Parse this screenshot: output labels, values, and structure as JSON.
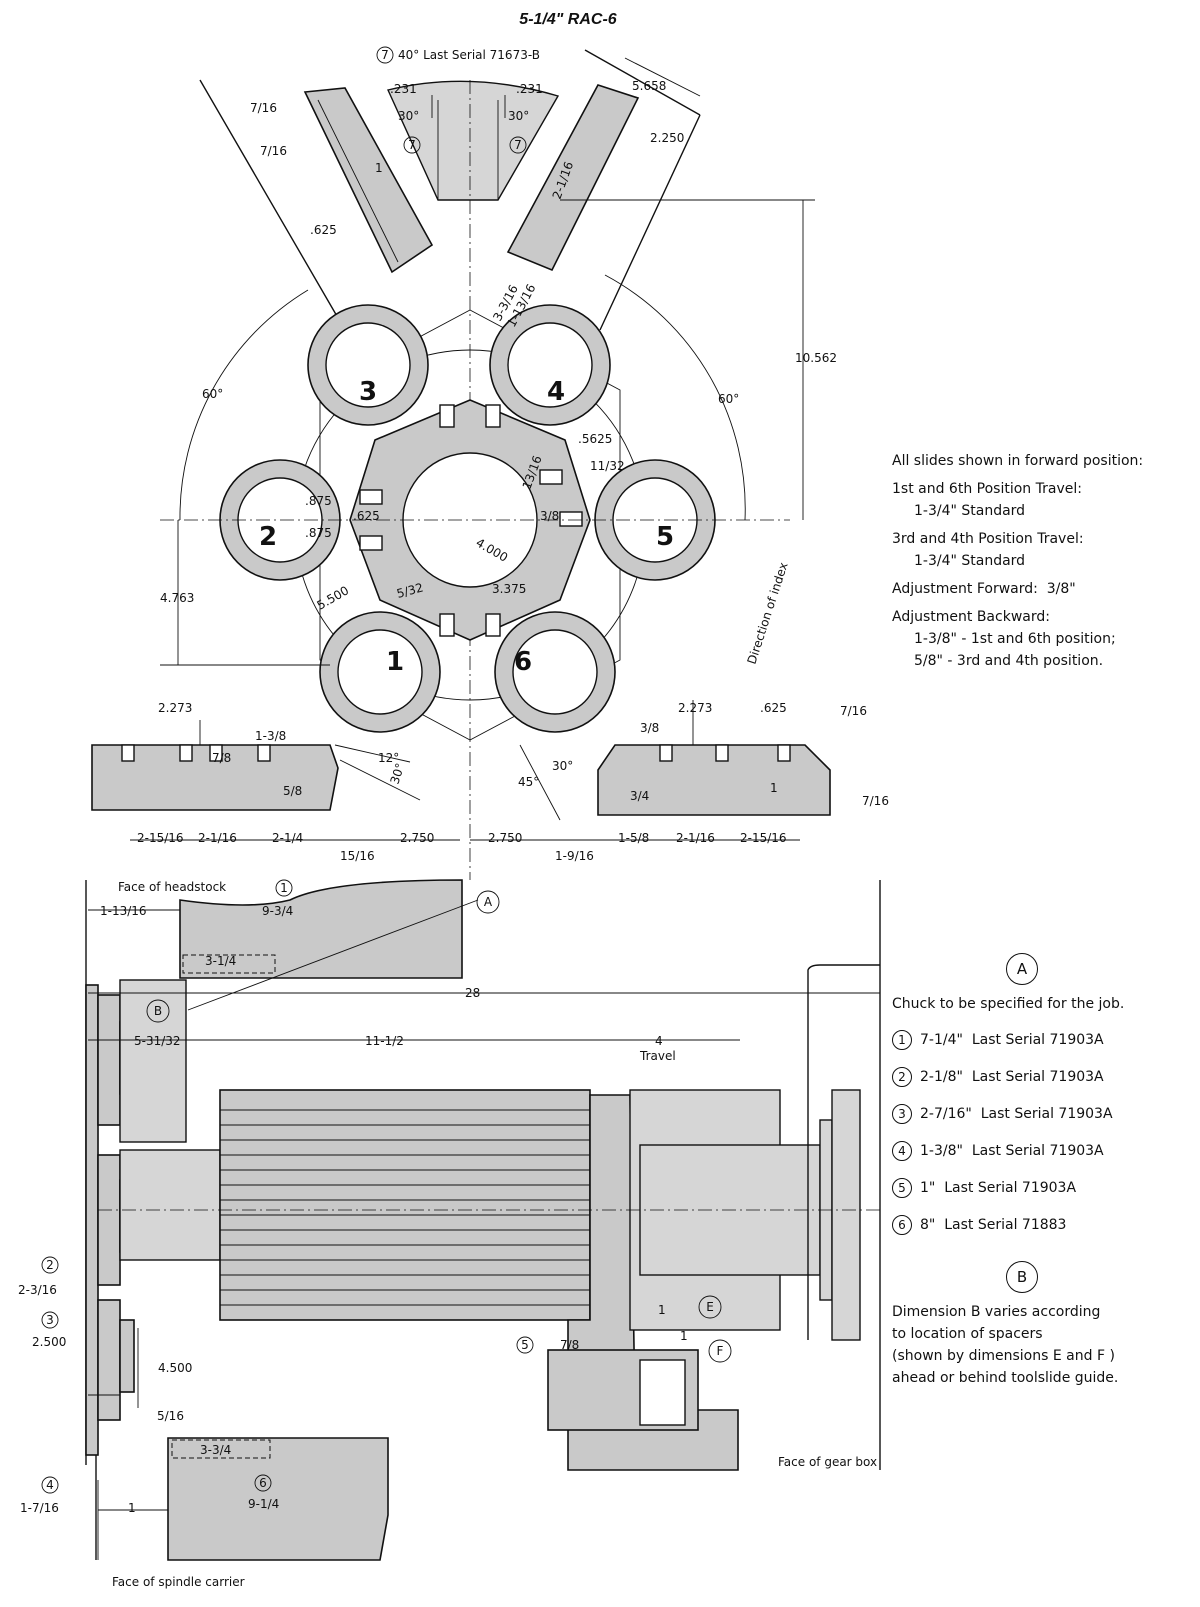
{
  "title": "5-1/4\" RAC-6",
  "top_note": {
    "circle": "7",
    "text": "40° Last Serial 71673-B"
  },
  "positions": [
    "1",
    "2",
    "3",
    "4",
    "5",
    "6"
  ],
  "dims_top": {
    "d231_left": ".231",
    "d231_right": ".231",
    "d30a": "30°",
    "d30b": "30°",
    "c7": "7",
    "d7_16a": "7/16",
    "d7_16b": "7/16",
    "d1": "1",
    "d625": ".625",
    "d5658": "5.658",
    "d2250": "2.250",
    "d2_1_16": "2-1/16",
    "d3_3_16": "3-3/16",
    "d1_13_16": "1-13/16",
    "d10562": "10.562",
    "d60l": "60°",
    "d60r": "60°",
    "d5625": ".5625",
    "d13_16": "13/16",
    "d11_32": "11/32",
    "d875a": ".875",
    "d875b": ".875",
    "d625b": ".625",
    "d3_8": "3/8",
    "d4000": "4.000",
    "d5500": "5.500",
    "d5_32": "5/32",
    "d3375": "3.375",
    "d4763": "4.763",
    "dir": "Direction of index"
  },
  "dims_mid": {
    "d2273l": "2.273",
    "d1_3_8": "1-3/8",
    "d7_8": "7/8",
    "d5_8": "5/8",
    "d12": "12°",
    "d30": "30°",
    "d2_15_16l": "2-15/16",
    "d2_1_16l": "2-1/16",
    "d2_1_4": "2-1/4",
    "d15_16": "15/16",
    "d2750l": "2.750",
    "d2750r": "2.750",
    "d1_9_16": "1-9/16",
    "d1_5_8": "1-5/8",
    "d2_1_16r": "2-1/16",
    "d2_15_16r": "2-15/16",
    "d3_8r": "3/8",
    "d2273r": "2.273",
    "d625r": ".625",
    "d7_16r": "7/16",
    "d7_16r2": "7/16",
    "d45": "45°",
    "d30r": "30°",
    "d3_4": "3/4",
    "d1r": "1"
  },
  "dims_bottom": {
    "face_headstock": "Face of headstock",
    "c1": "1",
    "d9_3_4": "9-3/4",
    "d1_13_16": "1-13/16",
    "d3_1_4": "3-1/4",
    "cA": "A",
    "cB": "B",
    "d28": "28",
    "d5_31_32": "5-31/32",
    "d11_1_2": "11-1/2",
    "d4": "4",
    "travel": "Travel",
    "c2": "2",
    "d2_3_16": "2-3/16",
    "c3": "3",
    "d2500": "2.500",
    "d4500": "4.500",
    "d5_16": "5/16",
    "cE": "E",
    "cF": "F",
    "c5": "5",
    "d7_8": "7/8",
    "d1a": "1",
    "d1b": "1",
    "d3_3_4": "3-3/4",
    "c6": "6",
    "d9_1_4": "9-1/4",
    "c4": "4",
    "d1_7_16": "1-7/16",
    "d1c": "1",
    "face_spindle": "Face of spindle carrier",
    "face_gear": "Face of gear box"
  },
  "notes": [
    "All slides shown in forward position:",
    "1st and 6th Position Travel:",
    "1-3/4\" Standard",
    "3rd and 4th Position Travel:",
    "1-3/4\" Standard",
    "Adjustment Forward:  3/8\"",
    "Adjustment Backward:",
    "1-3/8\" - 1st and 6th position;",
    "5/8\" - 3rd and 4th position."
  ],
  "legend": {
    "a_label": "A",
    "a_text": "Chuck to be specified for the job.",
    "items": [
      {
        "n": "1",
        "text": "7-1/4\"  Last Serial 71903A"
      },
      {
        "n": "2",
        "text": "2-1/8\"  Last Serial 71903A"
      },
      {
        "n": "3",
        "text": "2-7/16\"  Last Serial 71903A"
      },
      {
        "n": "4",
        "text": "1-3/8\"  Last Serial 71903A"
      },
      {
        "n": "5",
        "text": "1\"  Last Serial 71903A"
      },
      {
        "n": "6",
        "text": "8\"  Last Serial 71883"
      }
    ],
    "b_label": "B",
    "b_text": [
      "Dimension B varies according",
      "to location of spacers",
      "(shown by dimensions E and F )",
      "ahead or behind toolslide guide."
    ]
  }
}
